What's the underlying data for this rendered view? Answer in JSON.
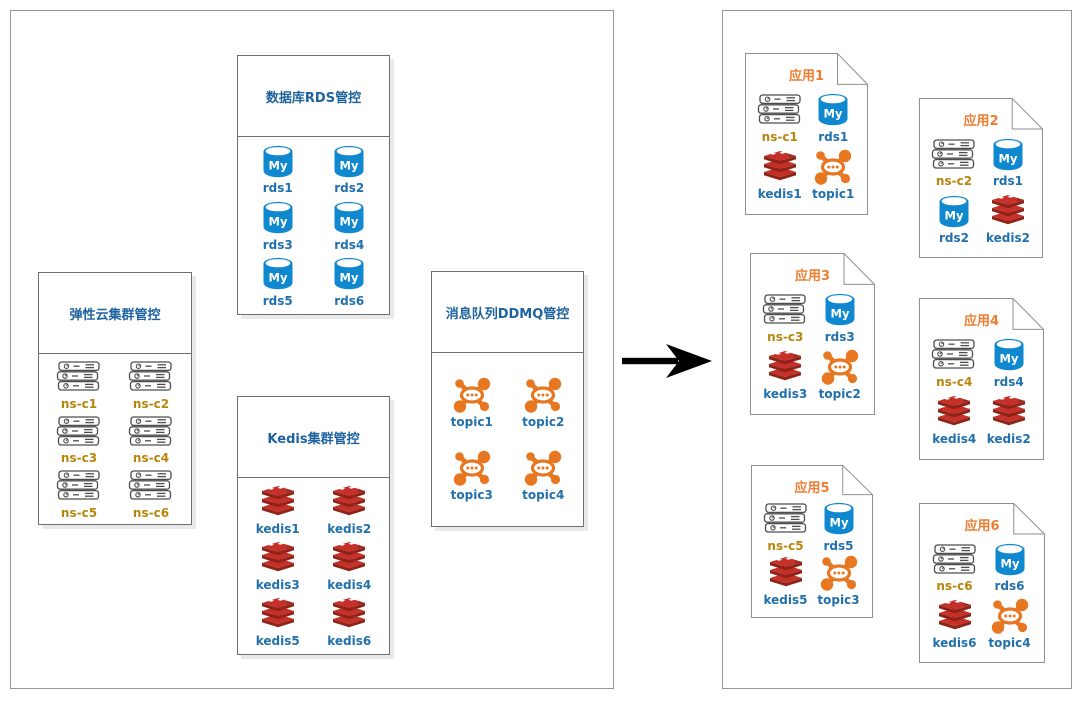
{
  "left_panel": {
    "groups": [
      {
        "id": "rds",
        "title": "数据库RDS管控",
        "items": [
          {
            "label": "rds1",
            "icon": "mysql"
          },
          {
            "label": "rds2",
            "icon": "mysql"
          },
          {
            "label": "rds3",
            "icon": "mysql"
          },
          {
            "label": "rds4",
            "icon": "mysql"
          },
          {
            "label": "rds5",
            "icon": "mysql"
          },
          {
            "label": "rds6",
            "icon": "mysql"
          }
        ]
      },
      {
        "id": "ns",
        "title": "弹性云集群管控",
        "items": [
          {
            "label": "ns-c1",
            "icon": "server"
          },
          {
            "label": "ns-c2",
            "icon": "server"
          },
          {
            "label": "ns-c3",
            "icon": "server"
          },
          {
            "label": "ns-c4",
            "icon": "server"
          },
          {
            "label": "ns-c5",
            "icon": "server"
          },
          {
            "label": "ns-c6",
            "icon": "server"
          }
        ]
      },
      {
        "id": "kedis",
        "title": "Kedis集群管控",
        "items": [
          {
            "label": "kedis1",
            "icon": "redis"
          },
          {
            "label": "kedis2",
            "icon": "redis"
          },
          {
            "label": "kedis3",
            "icon": "redis"
          },
          {
            "label": "kedis4",
            "icon": "redis"
          },
          {
            "label": "kedis5",
            "icon": "redis"
          },
          {
            "label": "kedis6",
            "icon": "redis"
          }
        ]
      },
      {
        "id": "ddmq",
        "title": "消息队列DDMQ管控",
        "items": [
          {
            "label": "topic1",
            "icon": "topic"
          },
          {
            "label": "topic2",
            "icon": "topic"
          },
          {
            "label": "topic3",
            "icon": "topic"
          },
          {
            "label": "topic4",
            "icon": "topic"
          }
        ]
      }
    ]
  },
  "arrow": {
    "direction": "right"
  },
  "right_panel": {
    "apps": [
      {
        "title": "应用1",
        "items": [
          {
            "label": "ns-c1",
            "icon": "server"
          },
          {
            "label": "rds1",
            "icon": "mysql"
          },
          {
            "label": "kedis1",
            "icon": "redis"
          },
          {
            "label": "topic1",
            "icon": "topic"
          }
        ]
      },
      {
        "title": "应用2",
        "items": [
          {
            "label": "ns-c2",
            "icon": "server"
          },
          {
            "label": "rds1",
            "icon": "mysql"
          },
          {
            "label": "rds2",
            "icon": "mysql"
          },
          {
            "label": "kedis2",
            "icon": "redis"
          }
        ]
      },
      {
        "title": "应用3",
        "items": [
          {
            "label": "ns-c3",
            "icon": "server"
          },
          {
            "label": "rds3",
            "icon": "mysql"
          },
          {
            "label": "kedis3",
            "icon": "redis"
          },
          {
            "label": "topic2",
            "icon": "topic"
          }
        ]
      },
      {
        "title": "应用4",
        "items": [
          {
            "label": "ns-c4",
            "icon": "server"
          },
          {
            "label": "rds4",
            "icon": "mysql"
          },
          {
            "label": "kedis4",
            "icon": "redis"
          },
          {
            "label": "kedis2",
            "icon": "redis"
          }
        ]
      },
      {
        "title": "应用5",
        "items": [
          {
            "label": "ns-c5",
            "icon": "server"
          },
          {
            "label": "rds5",
            "icon": "mysql"
          },
          {
            "label": "kedis5",
            "icon": "redis"
          },
          {
            "label": "topic3",
            "icon": "topic"
          }
        ]
      },
      {
        "title": "应用6",
        "items": [
          {
            "label": "ns-c6",
            "icon": "server"
          },
          {
            "label": "rds6",
            "icon": "mysql"
          },
          {
            "label": "kedis6",
            "icon": "redis"
          },
          {
            "label": "topic4",
            "icon": "topic"
          }
        ]
      }
    ]
  },
  "colors": {
    "group_title_blue": "#1f639e",
    "label_blue": "#2170ac",
    "label_gold": "#b8860b",
    "app_title_orange": "#ed7d31",
    "topic_orange": "#e87722",
    "mysql_blue": "#1088d0",
    "redis_red": "#c6302b",
    "redis_red_dark": "#8e2318",
    "arrow_black": "#000000",
    "border_gray": "#969696"
  }
}
